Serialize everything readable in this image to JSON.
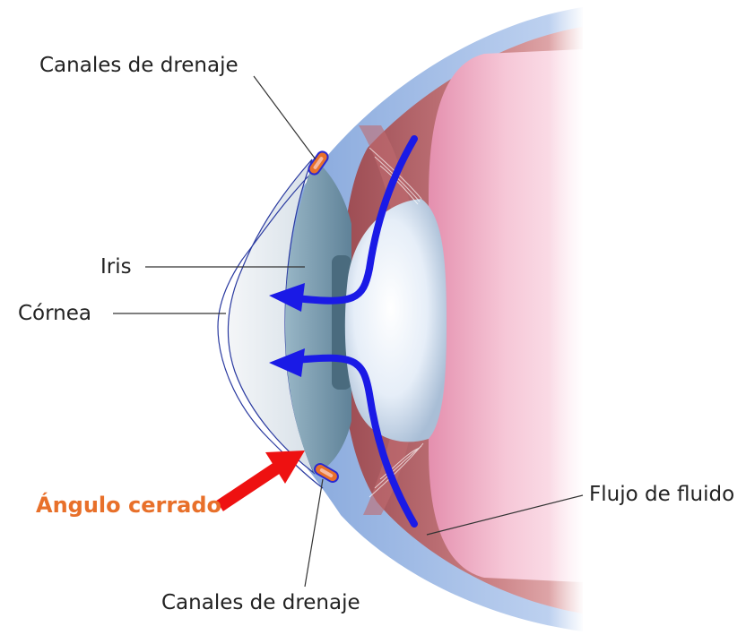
{
  "labels": {
    "drainage_top": "Canales de drenaje",
    "iris": "Iris",
    "cornea": "Córnea",
    "closed_angle": "Ángulo cerrado",
    "fluid_flow": "Flujo de fluido",
    "drainage_bottom": "Canales de drenaje"
  },
  "colors": {
    "label_text": "#222222",
    "highlight_text": "#e8702a",
    "closed_angle_arrow": "#ee1111",
    "flow_arrow": "#1a1ae6",
    "sclera": "#8fb0e0",
    "choroid": "#b05a5e",
    "retina": "#f3bccf",
    "iris": "#6f93a8",
    "cornea": "#eef2f6",
    "lens": "#dfe9f4",
    "drainage_canal": "#e8702a"
  }
}
